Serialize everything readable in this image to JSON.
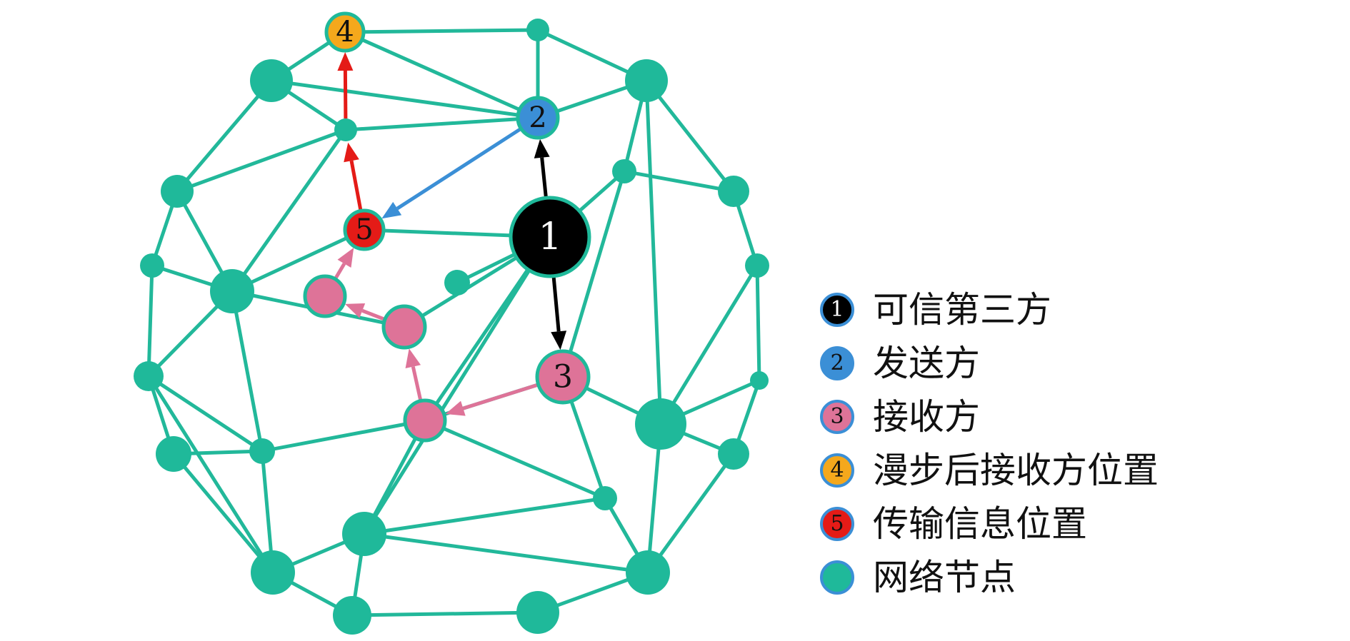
{
  "colors": {
    "network": "#1fb99a",
    "edge": "#22b89a",
    "trusted": "#000000",
    "sender": "#3b8fd6",
    "receiver": "#de7398",
    "walked": "#f5a81c",
    "transmit": "#e41b17",
    "border": "#3b8fd6"
  },
  "nodes": {
    "trusted": "1",
    "sender": "2",
    "receiver": "3",
    "walked": "4",
    "transmit": "5"
  },
  "legend": [
    {
      "number": "1",
      "label": "可信第三方",
      "color": "#000000",
      "text_color": "#ffffff"
    },
    {
      "number": "2",
      "label": "发送方",
      "color": "#3b8fd6",
      "text_color": "#111111"
    },
    {
      "number": "3",
      "label": "接收方",
      "color": "#de7398",
      "text_color": "#111111"
    },
    {
      "number": "4",
      "label": "漫步后接收方位置",
      "color": "#f5a81c",
      "text_color": "#111111"
    },
    {
      "number": "5",
      "label": "传输信息位置",
      "color": "#e41b17",
      "text_color": "#111111"
    },
    {
      "number": "",
      "label": "网络节点",
      "color": "#1fb99a",
      "text_color": "#111111"
    }
  ]
}
